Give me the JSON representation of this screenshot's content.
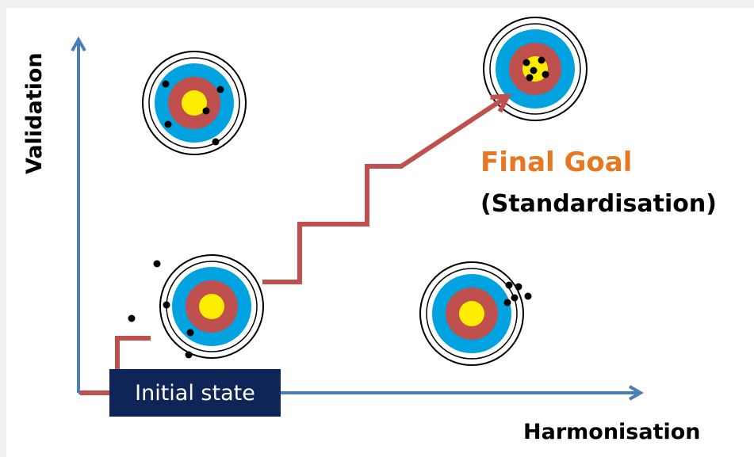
{
  "axes": {
    "y_label": "Validation",
    "x_label": "Harmonisation",
    "axis_color": "#4a7ebb"
  },
  "goal": {
    "title": "Final Goal",
    "subtitle": "(Standardisation)",
    "title_color": "#e87722"
  },
  "start": {
    "label": "Initial state",
    "box_color": "#0f2457"
  },
  "path": {
    "color": "#c0504d"
  },
  "targets": [
    {
      "id": "low-harmonisation-low-validation",
      "pattern": "shots scattered widely around and outside the target"
    },
    {
      "id": "low-harmonisation-high-validation",
      "pattern": "shots spread around the target rings"
    },
    {
      "id": "high-harmonisation-low-validation",
      "pattern": "shots tightly grouped but off-centre"
    },
    {
      "id": "high-harmonisation-high-validation",
      "pattern": "shots tightly grouped in the bullseye"
    }
  ],
  "ring_colors": {
    "outer": "#ffffff",
    "blue": "#00a3e0",
    "red": "#c0504d",
    "bullseye": "#ffed00",
    "edge": "#000000"
  }
}
